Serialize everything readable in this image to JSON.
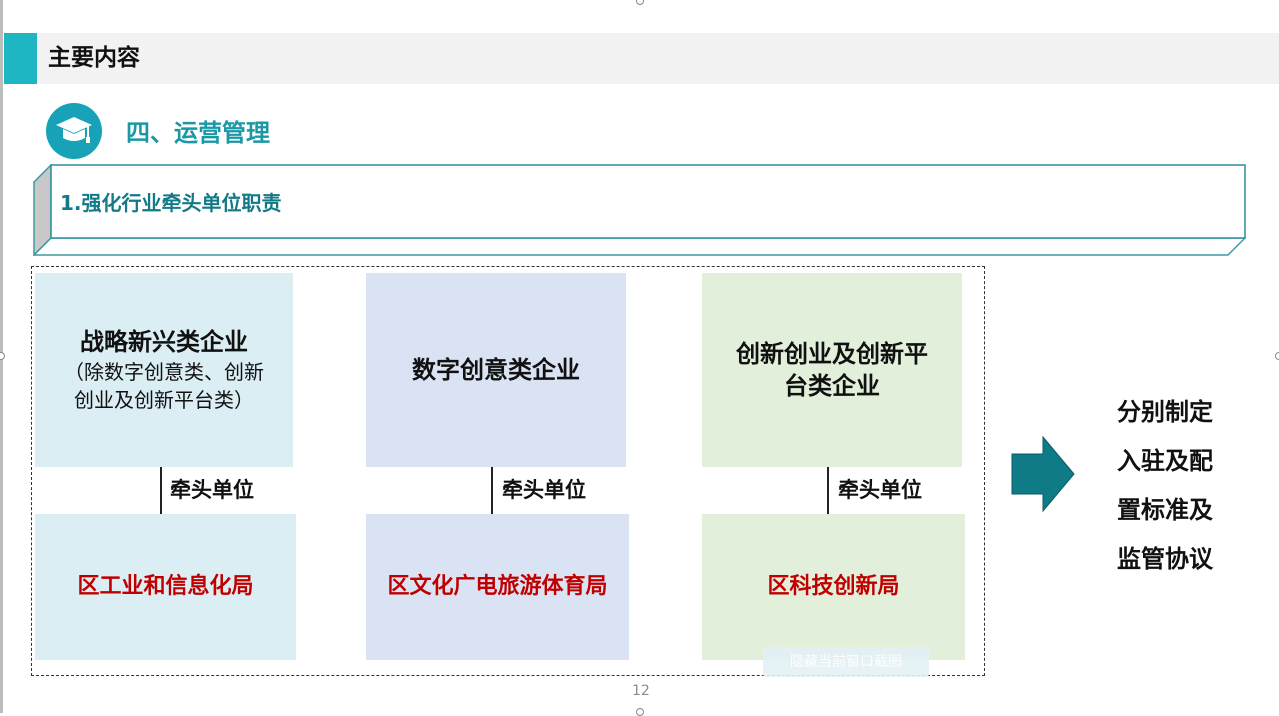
{
  "header": {
    "title": "主要内容"
  },
  "section": {
    "title": "四、运营管理",
    "icon": "graduation-cap-icon"
  },
  "banner": {
    "text": "1.强化行业牵头单位职责"
  },
  "columns": [
    {
      "category_title": "战略新兴类企业",
      "category_subtitle_line1": "（除数字创意类、创新",
      "category_subtitle_line2": "创业及创新平台类）",
      "lead_label": "牵头单位",
      "department": "区工业和信息化局"
    },
    {
      "category_title": "数字创意类企业",
      "lead_label": "牵头单位",
      "department": "区文化广电旅游体育局"
    },
    {
      "category_title_line1": "创新创业及创新平",
      "category_title_line2": "台类企业",
      "lead_label": "牵头单位",
      "department": "区科技创新局"
    }
  ],
  "conclusion": {
    "lines": [
      "分别制定",
      "入驻及配",
      "置标准及",
      "监管协议"
    ]
  },
  "watermark": {
    "text": "隐藏当前窗口截图"
  },
  "page_number": "12",
  "colors": {
    "accent": "#1fb6c4",
    "section_title": "#1a98a6",
    "department_text": "#c00000",
    "arrow": "#0e7b86",
    "card_blue": "#daeef3",
    "card_lavender": "#dae3f3",
    "card_green": "#e2efda"
  }
}
